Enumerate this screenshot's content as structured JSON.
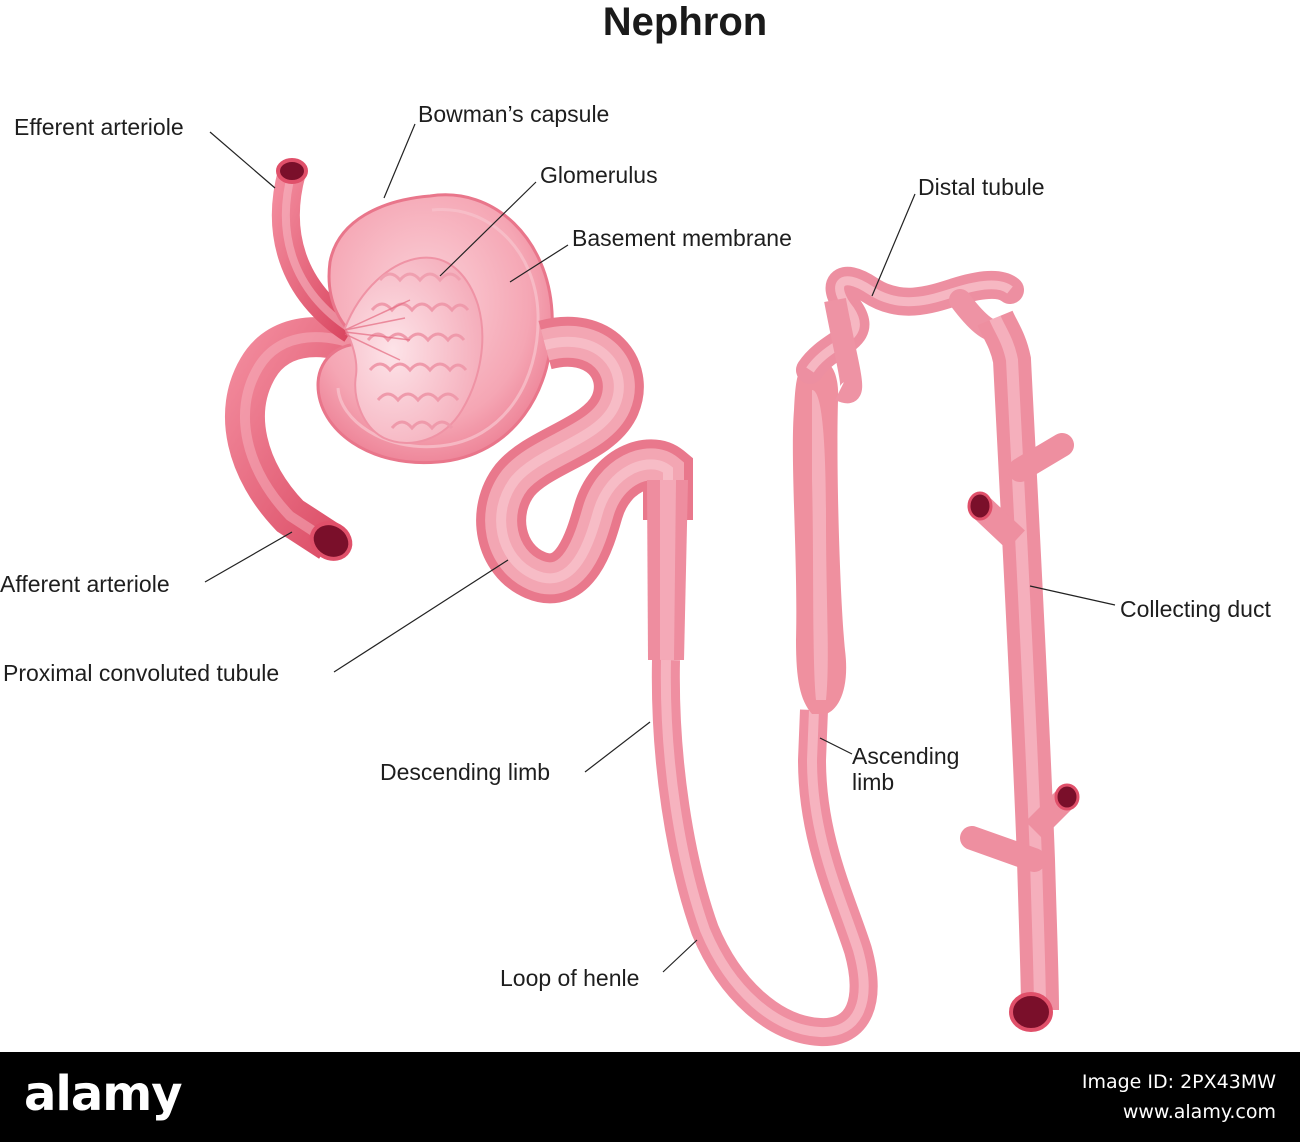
{
  "title": "Nephron",
  "labels": {
    "efferent_arteriole": "Efferent arteriole",
    "bowmans_capsule": "Bowman’s capsule",
    "glomerulus": "Glomerulus",
    "basement_membrane": "Basement membrane",
    "distal_tubule": "Distal tubule",
    "afferent_arteriole": "Afferent arteriole",
    "proximal_convoluted_tubule": "Proximal convoluted tubule",
    "collecting_duct": "Collecting duct",
    "descending_limb": "Descending limb",
    "ascending_limb": "Ascending limb",
    "loop_of_henle": "Loop of henle"
  },
  "colors": {
    "tubule": "#f19aa7",
    "tubule_dark": "#e36a7d",
    "vessel": "#e8647a",
    "lumen": "#7a0f2a",
    "capsule": "#f4a3b0",
    "glomerulus": "#f8c3cc"
  },
  "footer": {
    "logo_text": "alamy",
    "image_id": "Image ID: 2PX43MW",
    "site": "www.alamy.com"
  }
}
